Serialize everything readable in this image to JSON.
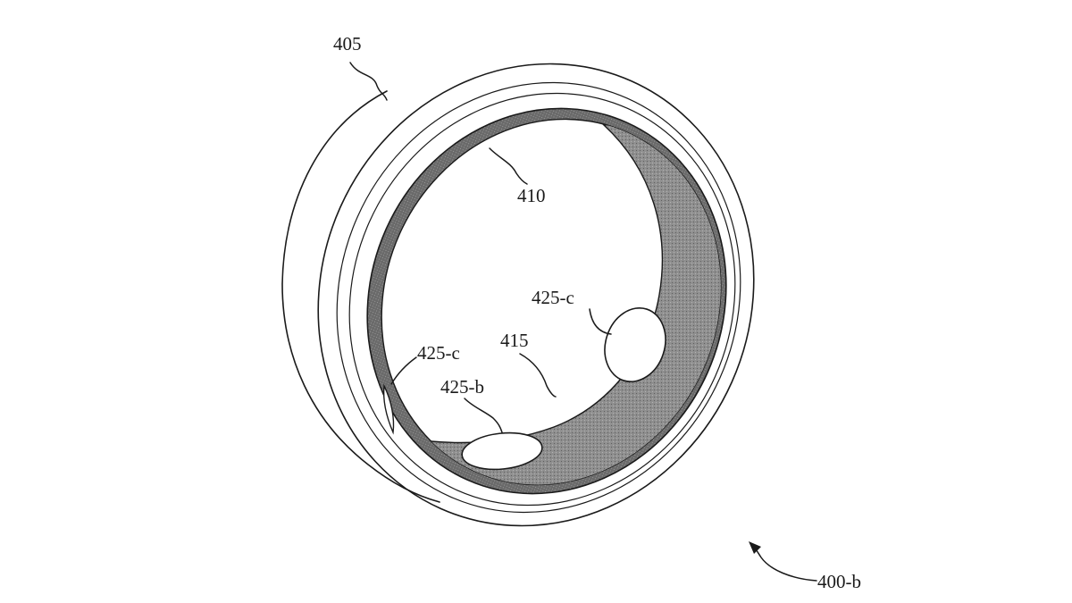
{
  "figure": {
    "colors": {
      "ink": "#1a1a1a",
      "background": "#ffffff",
      "inner_surface_shade": "#8c8c8c",
      "inner_liner_shade": "#6e6e6e"
    },
    "labels": {
      "outer_housing": "405",
      "inner_liner": "410",
      "inner_surface": "415",
      "sensor_b": "425-b",
      "sensor_c_right": "425-c",
      "sensor_c_left": "425-c",
      "figure_ref": "400-b"
    }
  }
}
